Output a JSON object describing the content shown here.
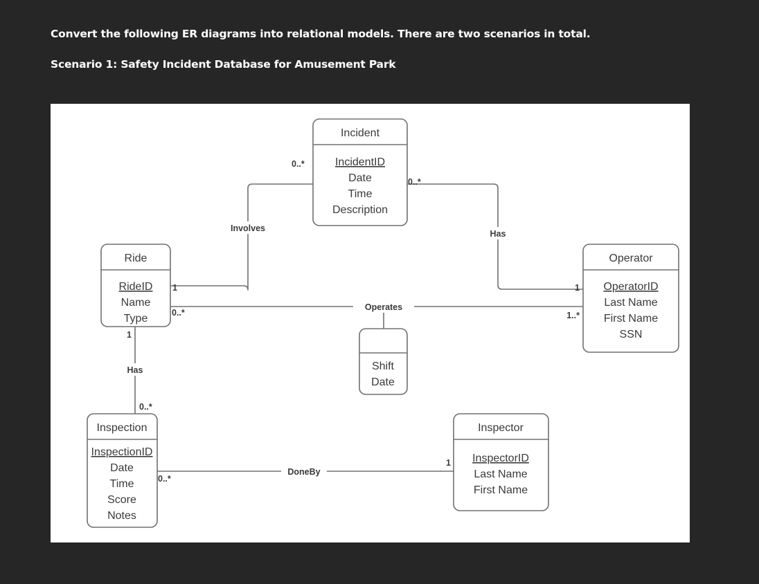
{
  "page": {
    "background_color": "#262626",
    "card_background": "#ffffff",
    "line_color": "#707070",
    "text_color": "#3a3a3a",
    "prompt_text_color": "#ffffff"
  },
  "prompt": {
    "instruction": "Convert the following ER diagrams into relational models. There are two scenarios in total.",
    "scenario": "Scenario 1: Safety Incident Database for Amusement Park"
  },
  "diagram": {
    "type": "er-class-diagram",
    "entities": [
      {
        "id": "incident",
        "title": "Incident",
        "attributes": [
          "IncidentID",
          "Date",
          "Time",
          "Description"
        ],
        "key_attribute": "IncidentID"
      },
      {
        "id": "ride",
        "title": "Ride",
        "attributes": [
          "RideID",
          "Name",
          "Type"
        ],
        "key_attribute": "RideID"
      },
      {
        "id": "operator",
        "title": "Operator",
        "attributes": [
          "OperatorID",
          "Last Name",
          "First Name",
          "SSN"
        ],
        "key_attribute": "OperatorID"
      },
      {
        "id": "operates_assoc",
        "title": "",
        "attributes": [
          "Shift",
          "Date"
        ],
        "key_attribute": ""
      },
      {
        "id": "inspection",
        "title": "Inspection",
        "attributes": [
          "InspectionID",
          "Date",
          "Time",
          "Score",
          "Notes"
        ],
        "key_attribute": "InspectionID"
      },
      {
        "id": "inspector",
        "title": "Inspector",
        "attributes": [
          "InspectorID",
          "Last Name",
          "First Name"
        ],
        "key_attribute": "InspectorID"
      }
    ],
    "relationships": [
      {
        "id": "involves",
        "label": "Involves",
        "from": "ride",
        "to": "incident",
        "from_cardinality": "1",
        "to_cardinality": "0..*"
      },
      {
        "id": "has_operator",
        "label": "Has",
        "from": "incident",
        "to": "operator",
        "from_cardinality": "0..*",
        "to_cardinality": "1"
      },
      {
        "id": "operates",
        "label": "Operates",
        "from": "ride",
        "to": "operator",
        "from_cardinality": "0..*",
        "to_cardinality": "1..*"
      },
      {
        "id": "has_inspection",
        "label": "Has",
        "from": "ride",
        "to": "inspection",
        "from_cardinality": "1",
        "to_cardinality": "0..*"
      },
      {
        "id": "doneby",
        "label": "DoneBy",
        "from": "inspection",
        "to": "inspector",
        "from_cardinality": "0..*",
        "to_cardinality": "1"
      }
    ]
  }
}
